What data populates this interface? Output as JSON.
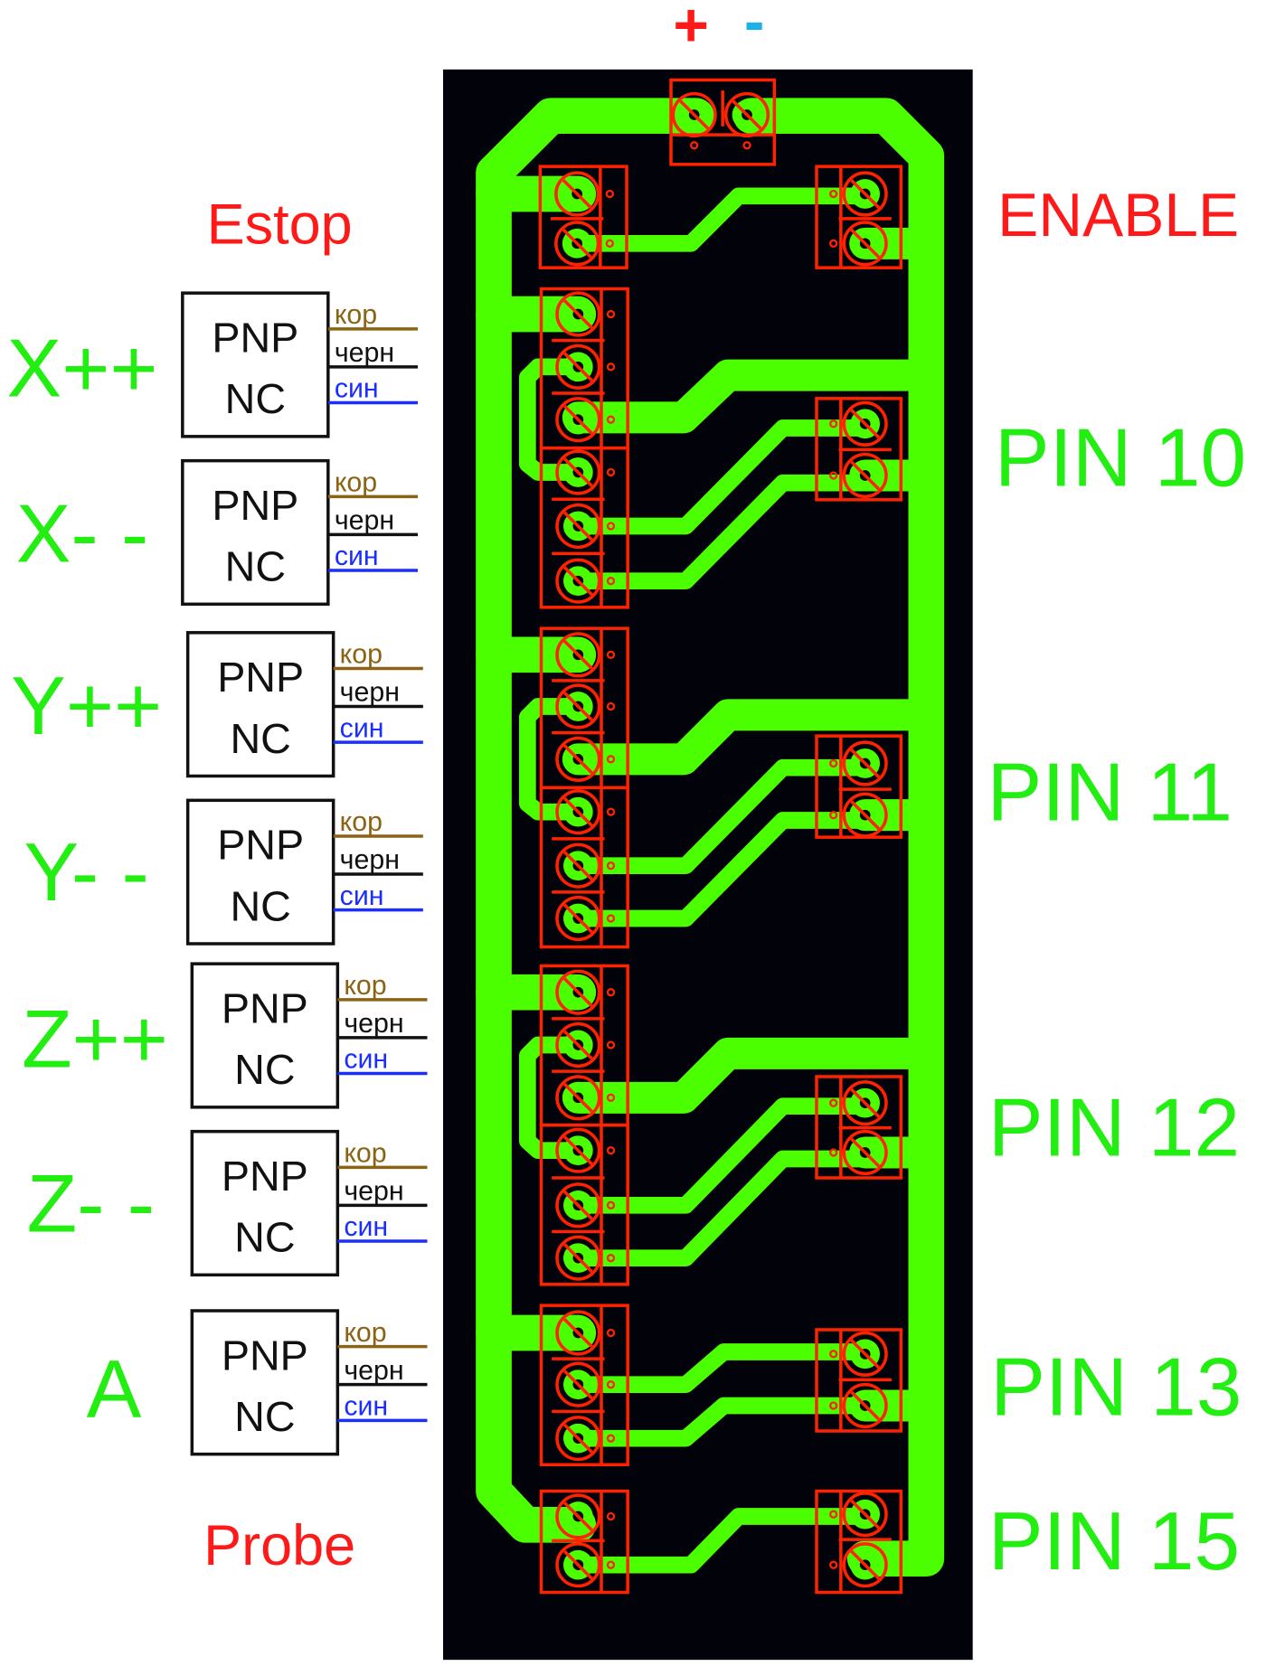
{
  "title": "PCB wiring diagram for limit/home switch inputs",
  "colors": {
    "trace": "#4cff00",
    "board": "#02020a",
    "silkscreen": "#ff2200",
    "label_red": "#ff1a1a",
    "label_green": "#22ee11",
    "label_blue": "#1ab2e8",
    "wire_brown": "#8a6414",
    "wire_black": "#111111",
    "wire_blue": "#1a2eff"
  },
  "power": {
    "plus": "+",
    "minus": "-"
  },
  "left_labels": {
    "top": "Estop",
    "bottom": "Probe"
  },
  "sensors": [
    {
      "axis": "X++",
      "type_line1": "PNP",
      "type_line2": "NC",
      "wires": [
        "кор",
        "черн",
        "син"
      ]
    },
    {
      "axis": "X- -",
      "type_line1": "PNP",
      "type_line2": "NC",
      "wires": [
        "кор",
        "черн",
        "син"
      ]
    },
    {
      "axis": "Y++",
      "type_line1": "PNP",
      "type_line2": "NC",
      "wires": [
        "кор",
        "черн",
        "син"
      ]
    },
    {
      "axis": "Y- -",
      "type_line1": "PNP",
      "type_line2": "NC",
      "wires": [
        "кор",
        "черн",
        "син"
      ]
    },
    {
      "axis": "Z++",
      "type_line1": "PNP",
      "type_line2": "NC",
      "wires": [
        "кор",
        "черн",
        "син"
      ]
    },
    {
      "axis": "Z- -",
      "type_line1": "PNP",
      "type_line2": "NC",
      "wires": [
        "кор",
        "черн",
        "син"
      ]
    },
    {
      "axis": "A",
      "type_line1": "PNP",
      "type_line2": "NC",
      "wires": [
        "кор",
        "черн",
        "син"
      ]
    }
  ],
  "outputs": [
    {
      "label": "ENABLE"
    },
    {
      "label": "PIN 10"
    },
    {
      "label": "PIN 11"
    },
    {
      "label": "PIN 12"
    },
    {
      "label": "PIN 13"
    },
    {
      "label": "PIN 15"
    }
  ]
}
